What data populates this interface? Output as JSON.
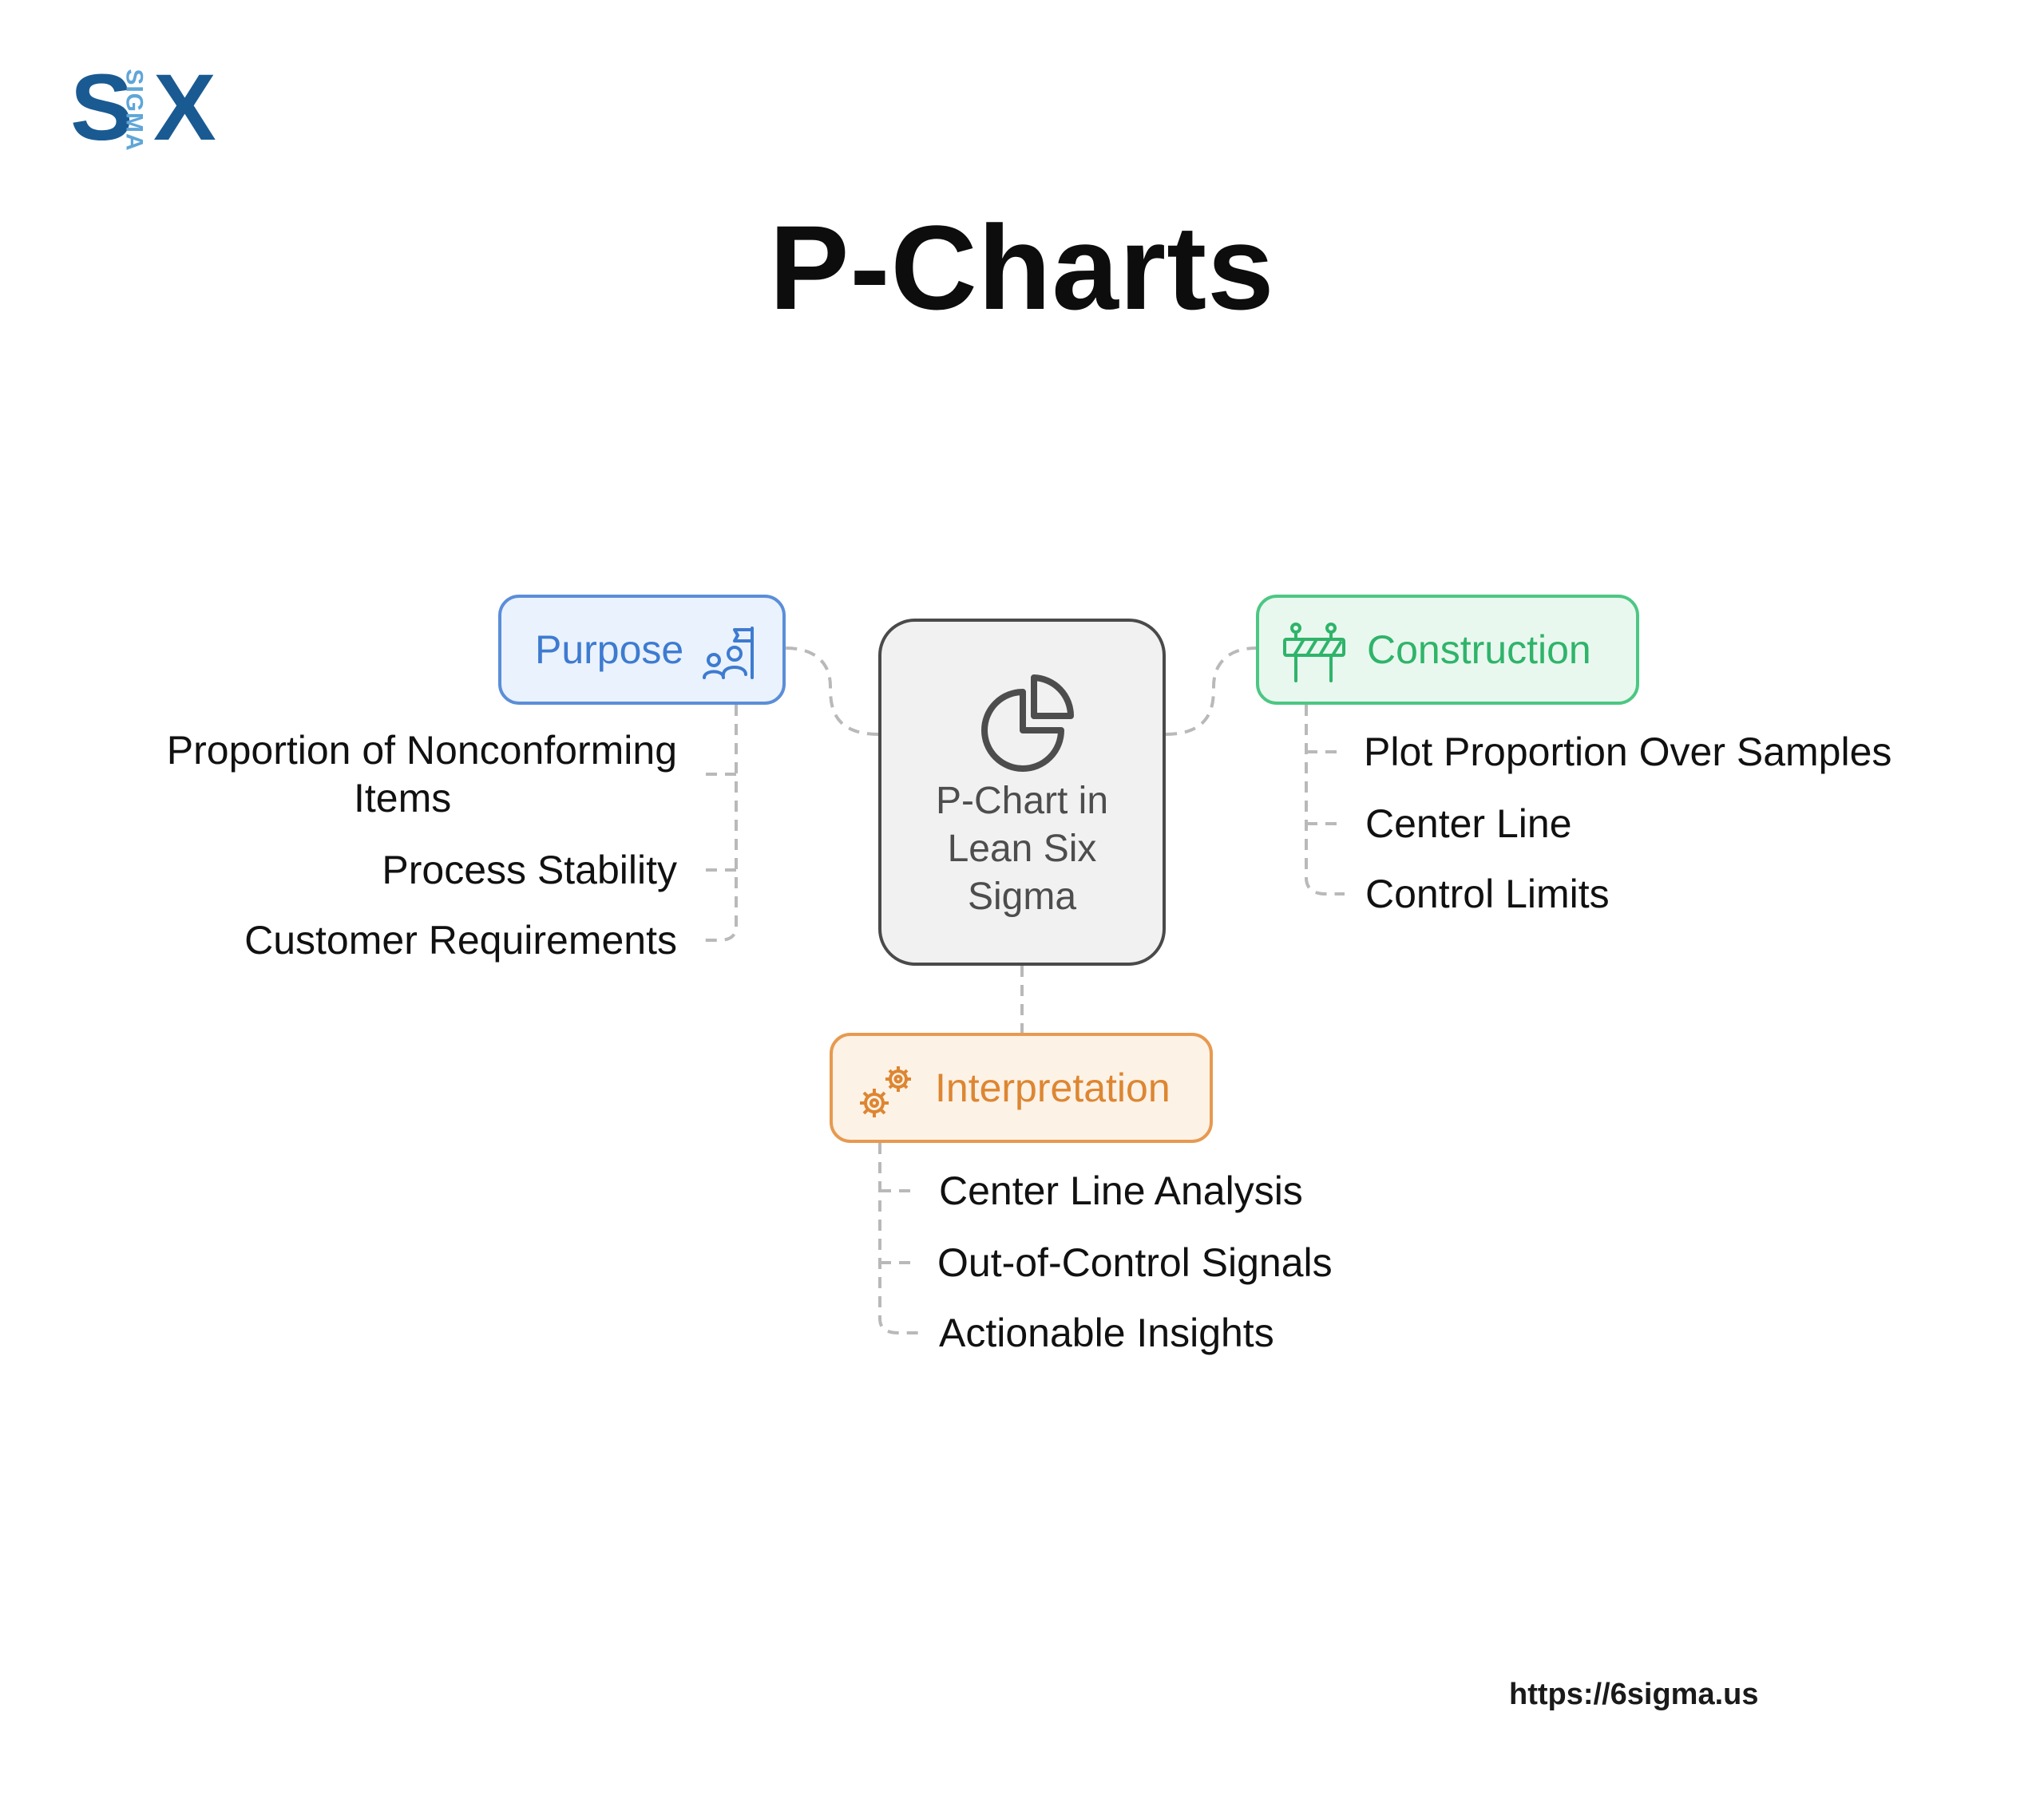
{
  "logo": {
    "letter_left": "S",
    "letter_right": "X",
    "sigma_text": "SIGMA"
  },
  "title": "P-Charts",
  "center": {
    "label_lines": [
      "P-Chart in",
      "Lean Six",
      "Sigma"
    ],
    "icon": "pie-chart-icon"
  },
  "branches": {
    "purpose": {
      "label": "Purpose",
      "icon": "team-flag-icon",
      "color": "#5b8ed8",
      "items": [
        "Proportion of Nonconforming",
        "Items",
        "Process Stability",
        "Customer Requirements"
      ]
    },
    "construction": {
      "label": "Construction",
      "icon": "barrier-icon",
      "color": "#4cc783",
      "items": [
        "Plot Proportion Over Samples",
        "Center Line",
        "Control Limits"
      ]
    },
    "interpretation": {
      "label": "Interpretation",
      "icon": "gears-icon",
      "color": "#e69a50",
      "items": [
        "Center Line Analysis",
        "Out-of-Control Signals",
        "Actionable Insights"
      ]
    }
  },
  "footer": {
    "url": "https://6sigma.us"
  }
}
